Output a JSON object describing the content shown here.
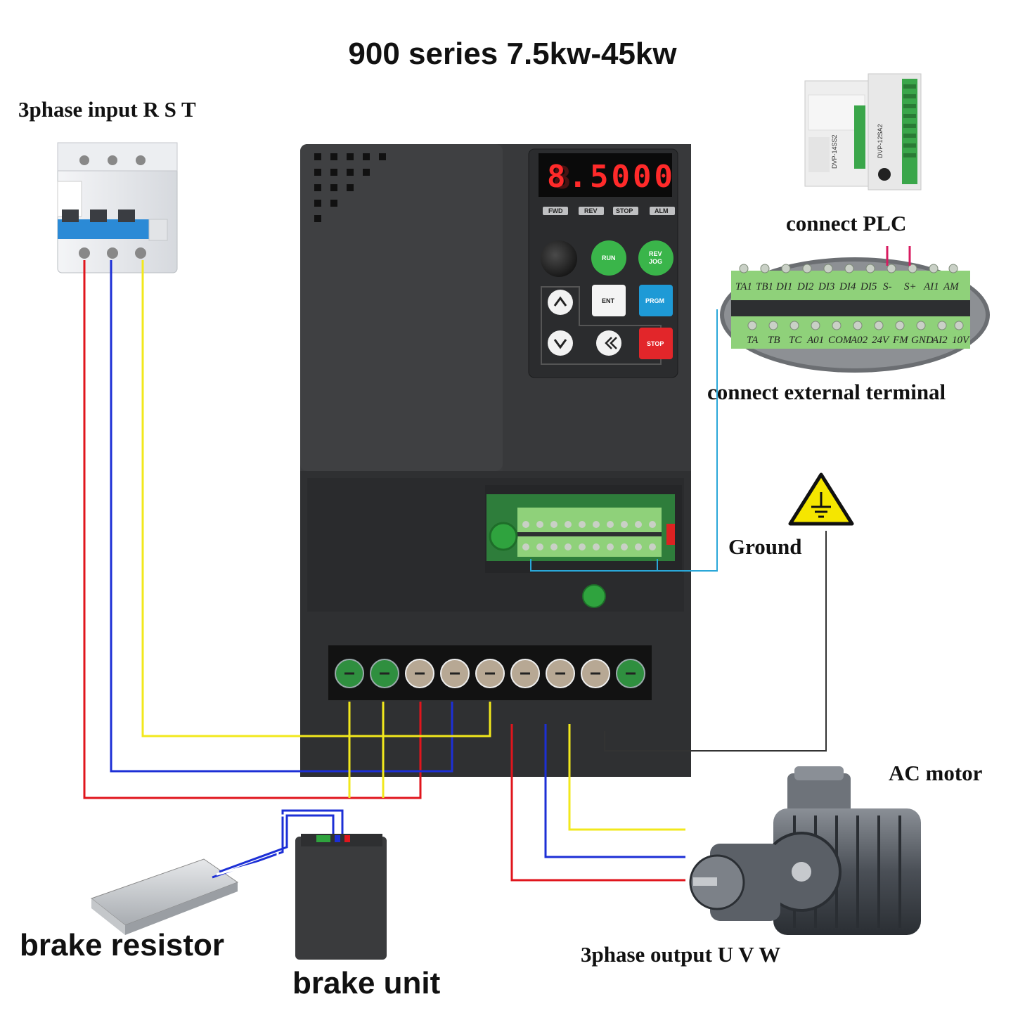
{
  "title": "900 series 7.5kw-45kw",
  "labels": {
    "input": "3phase input R S T",
    "plc": "connect PLC",
    "external": "connect external terminal",
    "ground": "Ground",
    "motor": "AC motor",
    "output": "3phase output U V W",
    "resistor": "brake resistor",
    "brake_unit": "brake unit"
  },
  "keypad": {
    "display": "8.5000",
    "indicators": [
      "FWD",
      "REV",
      "STOP",
      "ALM"
    ],
    "buttons": {
      "run": "RUN",
      "rev": "REV",
      "jog": "JOG",
      "ent": "ENT",
      "prgm": "PRGM",
      "stop": "STOP"
    }
  },
  "terminals": {
    "top_row": [
      "TA1",
      "TB1",
      "DI1",
      "DI2",
      "DI3",
      "DI4",
      "DI5",
      "S-",
      "S+",
      "AI1",
      "AM"
    ],
    "bottom_row": [
      "TA",
      "TB",
      "TC",
      "A01",
      "COM",
      "A02",
      "24V",
      "FM",
      "GND",
      "AI2",
      "10V"
    ]
  },
  "plc_models": [
    "DVP-14SS2",
    "DVP-12SA2"
  ],
  "colors": {
    "phase_r": "#e0151c",
    "phase_s": "#1c2fd6",
    "phase_t": "#f2e81c",
    "signal": "#2aa7d8",
    "ground": "#333333",
    "run_button": "#3ab54a",
    "prgm_button": "#1e9ad6",
    "stop_button": "#e2262a",
    "led_digits": "#ff2a2a"
  }
}
